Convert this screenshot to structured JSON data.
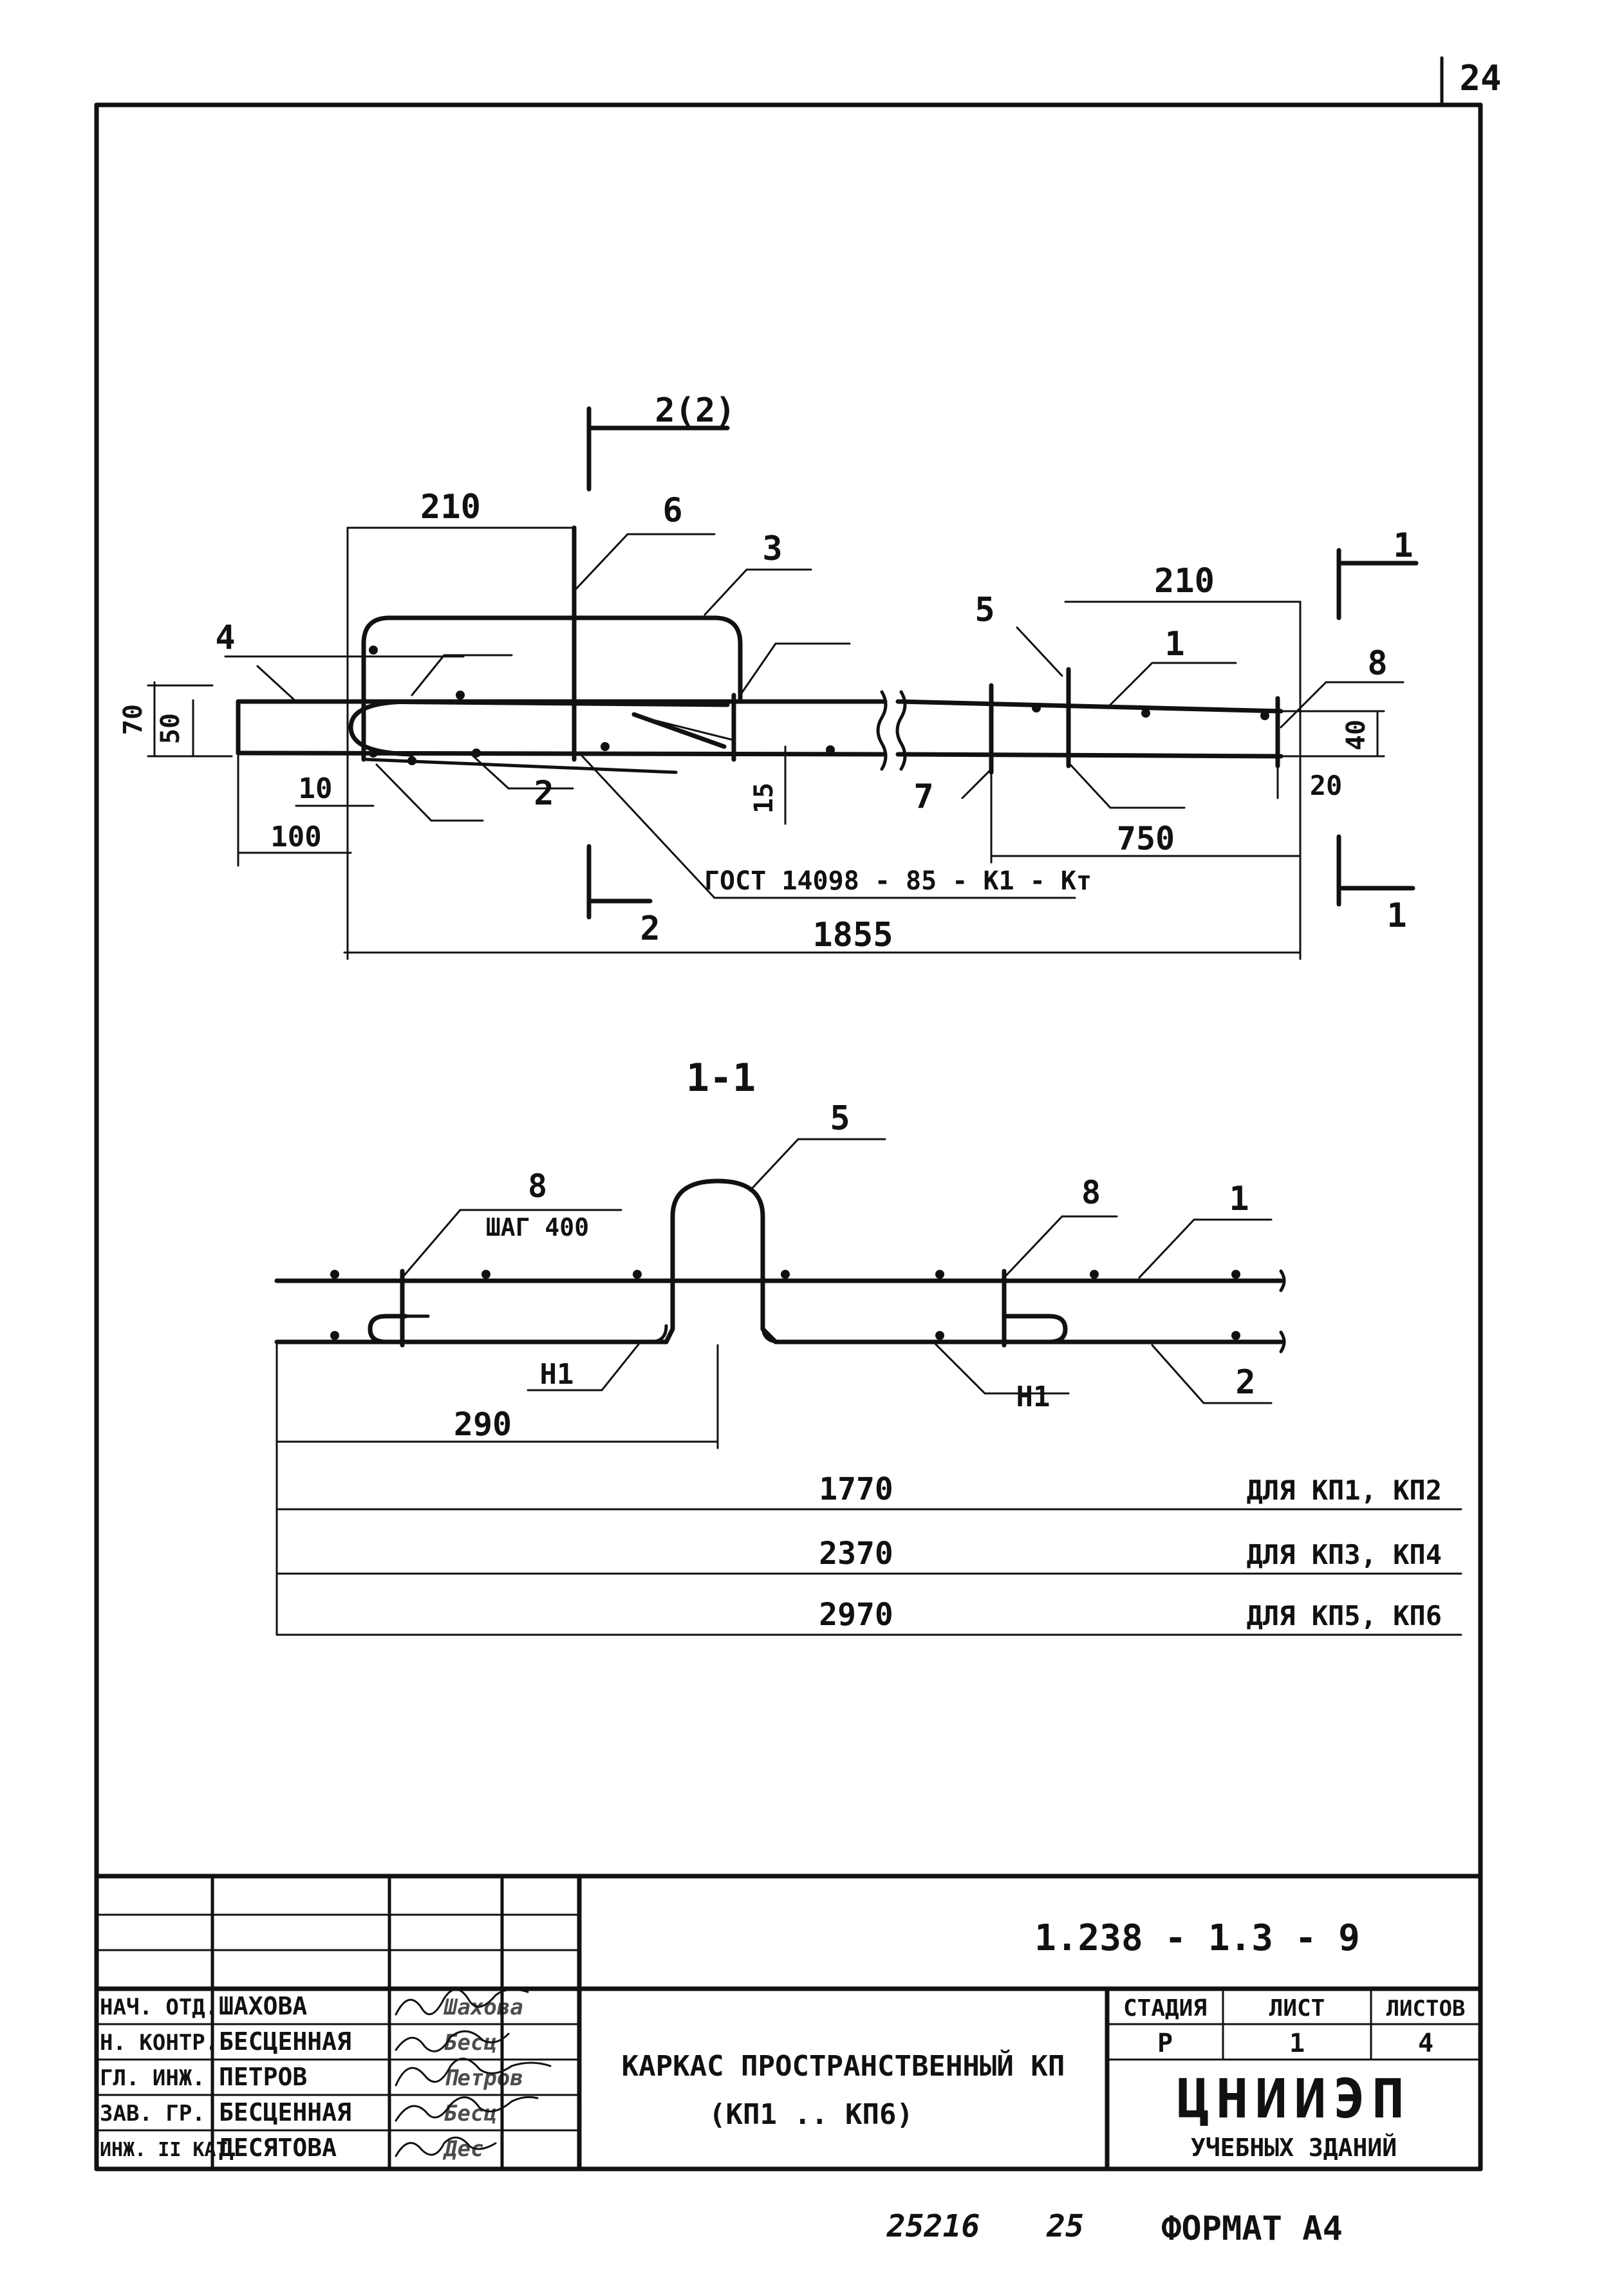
{
  "sheet": {
    "page_number": "24",
    "sheet_code": "1.238 - 1.3 - 9",
    "bottom_note_left": "25216",
    "bottom_note_mid": "25",
    "format_label": "ФОРМАТ А4"
  },
  "plan": {
    "dims": {
      "d210_left": "210",
      "d210_right": "210",
      "d70": "70",
      "d50": "50",
      "d10": "10",
      "d100": "100",
      "d15": "15",
      "d40": "40",
      "d20": "20",
      "d750": "750",
      "d1855": "1855"
    },
    "callouts": {
      "c1": "1",
      "c2": "2",
      "c3": "3",
      "c4": "4",
      "c5": "5",
      "c6": "6",
      "c7": "7",
      "c8": "8"
    },
    "section_marks": {
      "s2_top": "2(2)",
      "s2_bottom": "2",
      "s1_top": "1",
      "s1_bottom": "1"
    },
    "gost_note": "ГОСТ 14098 - 85 - К1 - Кт"
  },
  "section": {
    "title": "1-1",
    "callouts": {
      "c8_left": "8",
      "c5": "5",
      "c8_right": "8",
      "c1": "1",
      "c2": "2"
    },
    "step_note": "ШАГ 400",
    "weld_left": "Н1",
    "weld_right": "Н1",
    "dim_290": "290",
    "lengths": [
      {
        "value": "1770",
        "label": "ДЛЯ КП1, КП2"
      },
      {
        "value": "2370",
        "label": "ДЛЯ КП3, КП4"
      },
      {
        "value": "2970",
        "label": "ДЛЯ КП5, КП6"
      }
    ]
  },
  "title_block": {
    "roles": [
      {
        "role": "НАЧ. ОТД.",
        "name": "ШАХОВА"
      },
      {
        "role": "Н. КОНТР.",
        "name": "БЕСЦЕННАЯ"
      },
      {
        "role": "ГЛ. ИНЖ.",
        "name": "ПЕТРОВ"
      },
      {
        "role": "ЗАВ. ГР.",
        "name": "БЕСЦЕННАЯ"
      },
      {
        "role": "ИНЖ. II КАТ.",
        "name": "ДЕСЯТОВА"
      }
    ],
    "signatures": [
      {
        "text": "Шахова"
      },
      {
        "text": "Бесц"
      },
      {
        "text": "Петров"
      },
      {
        "text": "Бесц"
      },
      {
        "text": "Дес"
      }
    ],
    "doc_title_line1": "КАРКАС ПРОСТРАНСТВЕННЫЙ КП",
    "doc_title_line2": "(КП1 .. КП6)",
    "stage_header": "СТАДИЯ",
    "sheet_header": "ЛИСТ",
    "sheets_header": "ЛИСТОВ",
    "stage_value": "Р",
    "sheet_value": "1",
    "sheets_value": "4",
    "org_name": "ЦНИИЭП",
    "org_sub": "УЧЕБНЫХ ЗДАНИЙ"
  }
}
